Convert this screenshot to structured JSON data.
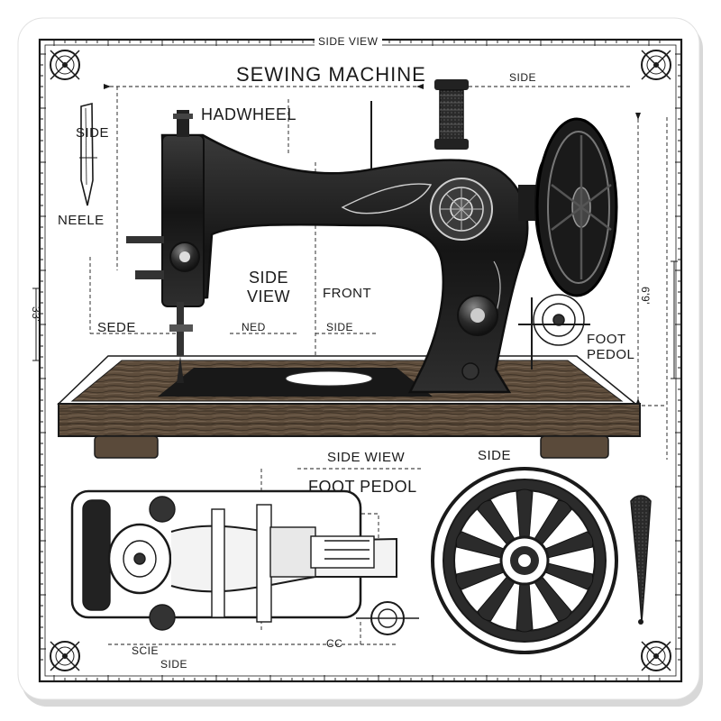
{
  "labels": {
    "top_side_view": "SIDE VIEW",
    "title": "SEWING MACHINE",
    "top_right_side": "SIDE",
    "handwheel": "HADWHEEL",
    "side_left": "SIDE",
    "neele": "NEELE",
    "side_view_center": "SIDE\nVIEW",
    "front": "FRONT",
    "sede": "SEDE",
    "ned": "NED",
    "side_small": "SIDE",
    "foot_pedol_right": "FOOT\nPEDOL",
    "side_wiew": "SIDE WIEW",
    "foot_pedol_center": "FOOT PEDOL",
    "side_wheel": "SIDE",
    "bottom_cc": "CC",
    "bottom_side": "SIDE",
    "bottom_scie": "SCIE",
    "right_dim": "6'9'",
    "left_dim": "33'"
  },
  "colors": {
    "ink": "#1a1a1a",
    "paper": "#ffffff",
    "wood": "#6b5a48"
  }
}
